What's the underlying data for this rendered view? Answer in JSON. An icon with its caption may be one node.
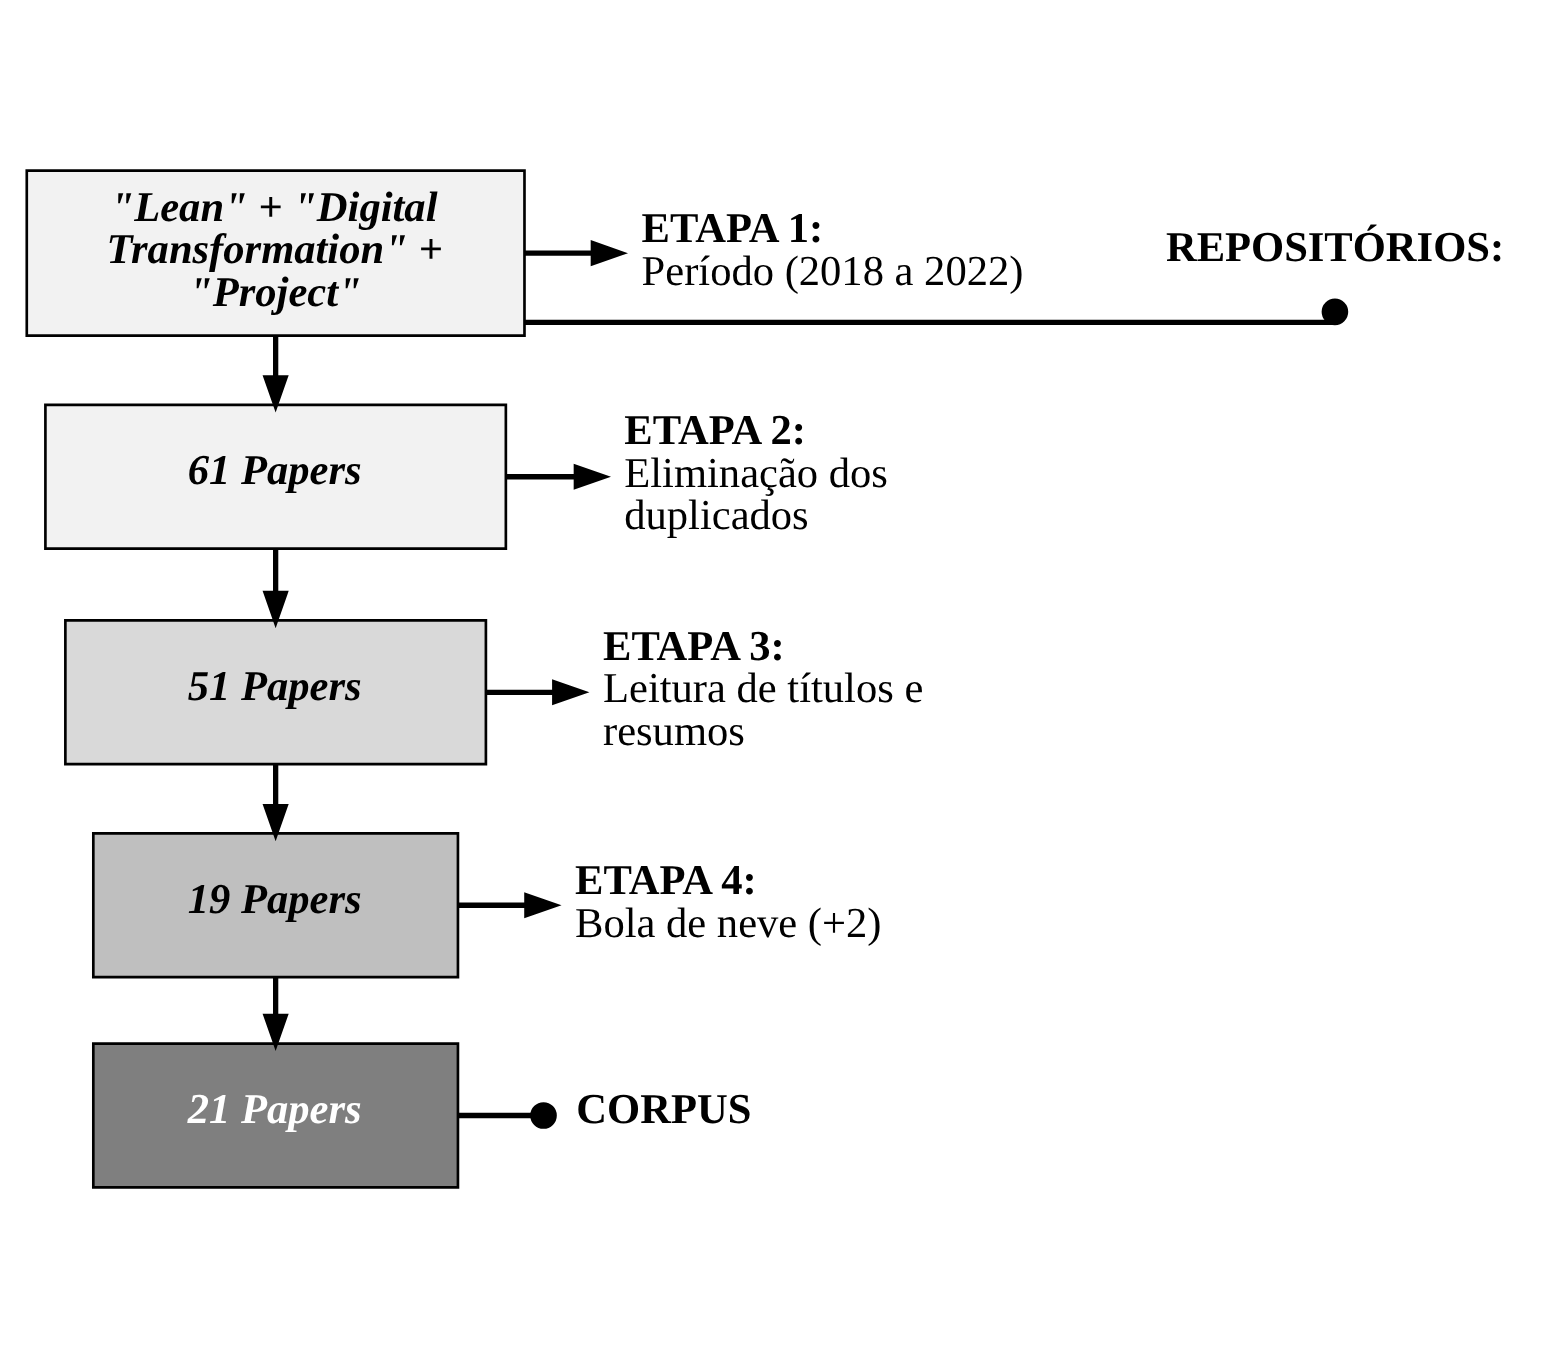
{
  "diagram": {
    "nodes": [
      {
        "text": [
          "\"Lean\" + \"Digital Transformation\" + \"Project\""
        ]
      },
      {
        "text": [
          "61 Papers"
        ]
      },
      {
        "text": [
          "51 Papers"
        ]
      },
      {
        "text": [
          "19 Papers"
        ]
      },
      {
        "text": [
          "21 Papers"
        ]
      },
      {
        "text": [
          "REPOSITÓRIOS:"
        ]
      },
      {
        "text": [
          "ETAPA 1:",
          "Período (2018 a 2022)"
        ]
      },
      {
        "text": [
          "ETAPA 2:",
          "Eliminação dos duplicados"
        ]
      },
      {
        "text": [
          "ETAPA 3:",
          "Leitura de títulos e resumos"
        ]
      },
      {
        "text": [
          "ETAPA 4:",
          "Bola de neve (+2)"
        ]
      },
      {
        "text": [
          "CORPUS"
        ]
      }
    ],
    "edges": [
      {
        "from": 0,
        "to": 5,
        "arrow": "other"
      },
      {
        "from": 0,
        "to": 1,
        "arrow": "to"
      },
      {
        "from": 0,
        "to": 6,
        "arrow": "to"
      },
      {
        "from": 1,
        "to": 2,
        "arrow": "to"
      },
      {
        "from": 1,
        "to": 7,
        "arrow": "to"
      },
      {
        "from": 2,
        "to": 3,
        "arrow": "to"
      },
      {
        "from": 2,
        "to": 8,
        "arrow": "to"
      },
      {
        "from": 3,
        "to": 4,
        "arrow": "to"
      },
      {
        "from": 3,
        "to": 9,
        "arrow": "to"
      },
      {
        "from": 4,
        "to": 10,
        "arrow": "other"
      }
    ]
  }
}
